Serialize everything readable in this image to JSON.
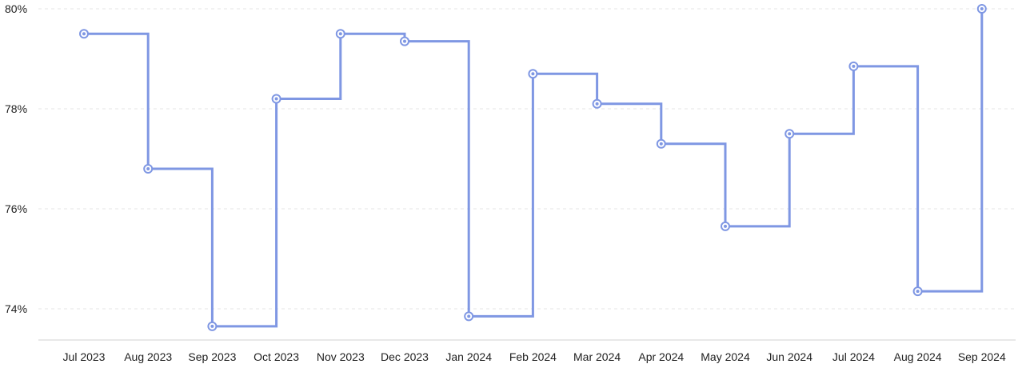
{
  "chart_data": {
    "type": "line",
    "interpolation": "step-after",
    "categories": [
      "Jul 2023",
      "Aug 2023",
      "Sep 2023",
      "Oct 2023",
      "Nov 2023",
      "Dec 2023",
      "Jan 2024",
      "Feb 2024",
      "Mar 2024",
      "Apr 2024",
      "May 2024",
      "Jun 2024",
      "Jul 2024",
      "Aug 2024",
      "Sep 2024"
    ],
    "series": [
      {
        "values": [
          79.5,
          76.8,
          73.65,
          78.2,
          79.5,
          79.35,
          73.85,
          78.7,
          78.1,
          77.3,
          75.65,
          77.5,
          78.85,
          74.35,
          80.0
        ],
        "color": "#7f97e3"
      }
    ],
    "title": "",
    "xlabel": "",
    "ylabel": "",
    "ylim": [
      73.6,
      80.0
    ],
    "yticks": [
      74,
      76,
      78,
      80
    ],
    "ytick_labels": [
      "74%",
      "76%",
      "78%",
      "80%"
    ],
    "grid": true,
    "legend": "none"
  }
}
